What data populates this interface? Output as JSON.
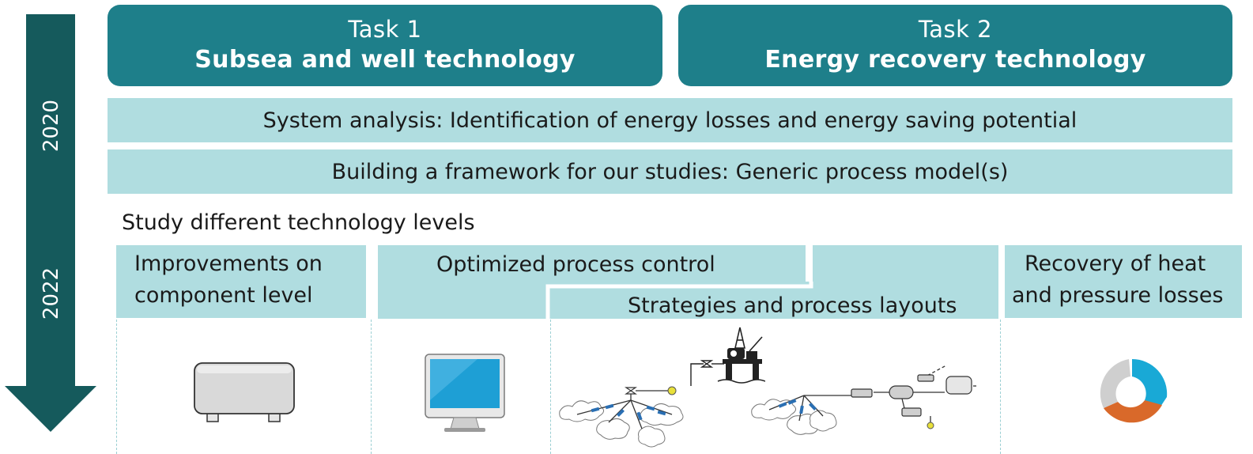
{
  "timeline": {
    "years": [
      "2020",
      "2022"
    ]
  },
  "tasks": [
    {
      "number": "Task 1",
      "title": "Subsea and well technology"
    },
    {
      "number": "Task 2",
      "title": "Energy recovery technology"
    }
  ],
  "bands": [
    "System analysis: Identification of energy losses and energy saving potential",
    "Building a framework for our studies: Generic process model(s)"
  ],
  "section_label": "Study different technology levels",
  "levels": {
    "component": [
      "Improvements on",
      "component level"
    ],
    "control": "Optimized process control",
    "layouts": "Strategies and process layouts",
    "recovery": [
      "Recovery of heat",
      "and pressure losses"
    ]
  },
  "icons": [
    "device-box-icon",
    "computer-monitor-icon",
    "subsea-network-icon",
    "platform-icon",
    "process-layout-icon",
    "recovery-cycle-icon"
  ],
  "colors": {
    "dark_teal": "#1e7f8a",
    "arrow_teal": "#155a5c",
    "light_teal": "#b0dde0",
    "orange": "#d9692a",
    "cyan": "#19a9d6"
  }
}
